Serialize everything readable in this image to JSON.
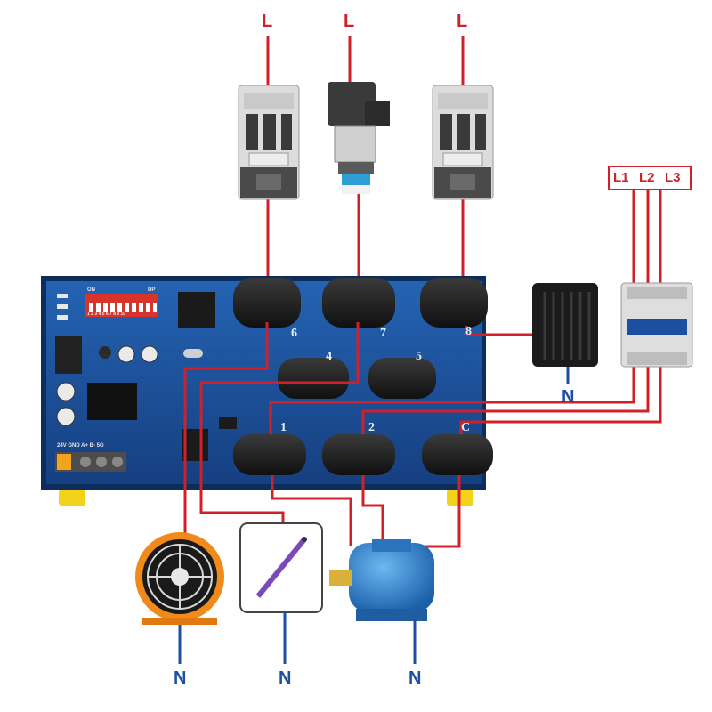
{
  "labels": {
    "line_1": "L",
    "line_2": "L",
    "line_3": "L",
    "phase_l1": "L1",
    "phase_l2": "L2",
    "phase_l3": "L3",
    "neutral_heater": "N",
    "neutral_fan": "N",
    "neutral_lamp": "N",
    "neutral_motor": "N"
  },
  "board": {
    "switch_on": "ON",
    "switch_dp": "DP",
    "switch_numbers": "1 2 3 4 5 6 7 8 9 10",
    "terminal_labels": "24V GND A+ B- 5G",
    "coil_labels": [
      "6",
      "7",
      "8",
      "4",
      "5",
      "1",
      "2",
      "C"
    ]
  },
  "colors": {
    "wire": "#d0202a",
    "neutral": "#1f4fa3",
    "pcb": "#1b4f9c",
    "ct_core": "#2a2a2a",
    "motor": "#2a86d6"
  }
}
